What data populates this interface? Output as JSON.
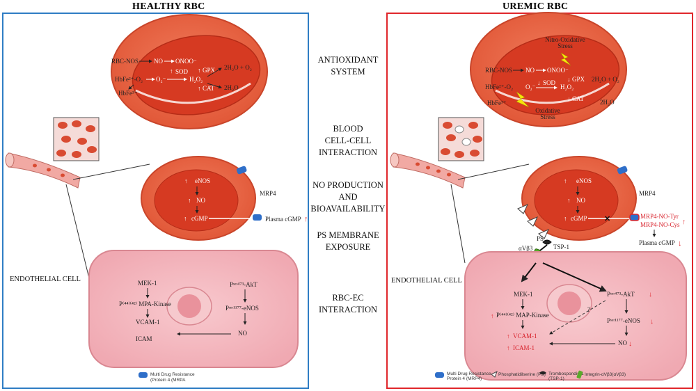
{
  "healthy": {
    "title": "HEALTHY RBC",
    "border_color": "#2f7dc4",
    "antiox": {
      "rbc_nos": "RBC-NOS",
      "no": "NO",
      "onoo": "ONOO⁻",
      "hbfe2": "HbFe²⁺-O₂",
      "o2": "O₂⁻",
      "sod": "SOD",
      "h2o2": "H₂O₂",
      "gpx": "GPX",
      "cat": "CAT",
      "h2o_o2": "2H₂O + O₂",
      "h2o": "2H₂O",
      "hbfe3": "HbFe³⁺"
    },
    "no_cell": {
      "enos": "eNOS",
      "no": "NO",
      "cgmp": "cGMP",
      "mrp4": "MRP4",
      "plasma": "Plasma cGMP"
    },
    "endothelial_label": "ENDOTHELIAL CELL",
    "ec": {
      "mek": "MEK-1",
      "mapk": "P⁽⁴⁴⁾⁽⁴²⁾ MPA-Kinase",
      "vcam": "VCAM-1",
      "icam": "ICAM",
      "akt": "Pˢᵉʳ⁴⁷³-AkT",
      "enos": "Pˢᵉʳ¹¹⁷⁷-eNOS",
      "no": "NO"
    },
    "legend": "Multi Drug Resistance\n(Protein 4 (MRPA"
  },
  "uremic": {
    "title": "UREMIC RBC",
    "border_color": "#e0262b",
    "antiox": {
      "nitro": "Nitro-Oxidative\nStress",
      "rbc_nos": "RBC-NOS",
      "no": "NO",
      "onoo": "ONOO⁻",
      "hbfe2": "HbFe²⁺-O₂",
      "o2": "O₂⁻",
      "sod": "SOD",
      "h2o2": "H₂O₂",
      "gpx": "GPX",
      "cat": "CAT",
      "h2o_o2": "2H₂O + O₂",
      "h2o": "2H₂O",
      "hbfe3": "HbFe³⁺",
      "oxstress": "Oxidative\nStress"
    },
    "no_cell": {
      "enos": "eNOS",
      "no": "NO",
      "cgmp": "cGMP",
      "mrp4": "MRP4",
      "mrp4_no_tyr": "MRP4-NO-Tyr",
      "mrp4_no_cys": "MRP4-NO-Cys",
      "plasma": "Plasma cGMP",
      "ps": "PS",
      "tsp1": "TSP-1",
      "avb3": "αVβ3"
    },
    "endothelial_label": "ENDOTHELIAL CELL",
    "ec": {
      "mek": "MEK-1",
      "mapk": "P⁽⁴⁴⁾⁽⁴²⁾ MAP-Kinase",
      "vcam": "VCAM-1",
      "icam": "ICAM-1",
      "akt": "Pˢᵉʳ⁴⁷³-AkT",
      "enos": "Pˢᵉʳ¹¹⁷⁷-eNOS",
      "no": "NO",
      "q": "?"
    },
    "legend": [
      {
        "text": "Multi Drug Resistance\nProtein 4 (MRP4)",
        "icon": "mrp4-icon"
      },
      {
        "text": "Phosphatidilserine (PS)",
        "icon": "ps-icon"
      },
      {
        "text": "Trombospondin-1\n(TSP-1)",
        "icon": "tsp1-icon"
      },
      {
        "text": "Integrin-αVβ3(αVβ3)",
        "icon": "integrin-icon"
      }
    ]
  },
  "center_labels": [
    "ANTIOXIDANT\nSYSTEM",
    "BLOOD\nCELL-CELL\nINTERACTION",
    "NO PRODUCTION\nAND\nBIOAVAILABILITY",
    "PS MEMBRANE\nEXPOSURE",
    "RBC-EC\nINTERACTION"
  ],
  "colors": {
    "rbc_outer": "#e85a3c",
    "rbc_inner": "#d63a22",
    "endothelium": "#f4b5bd",
    "mrp4": "#2f6fc9",
    "up_arrow": "#ffffff",
    "alert_red": "#e0262b"
  }
}
